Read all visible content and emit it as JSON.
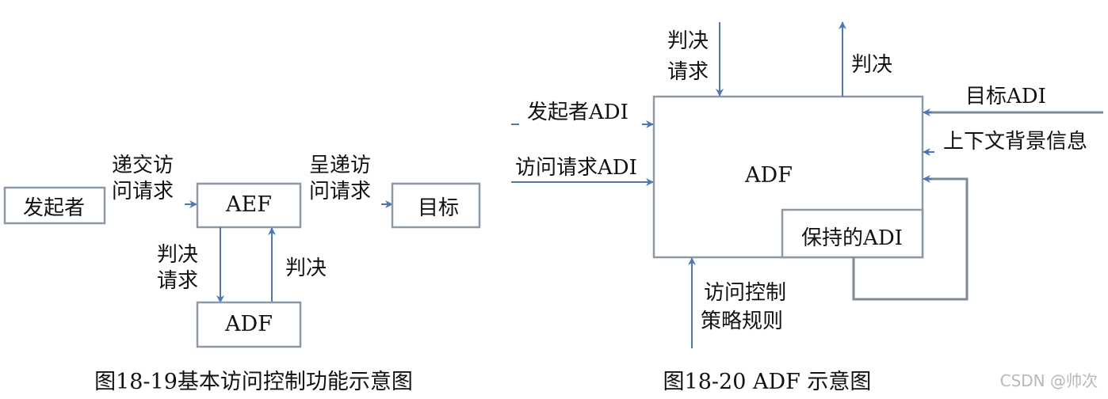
{
  "left_diagram": {
    "initiator": "发起者",
    "submit_label": [
      "递交访",
      "问请求"
    ],
    "aef": "AEF",
    "present_label": [
      "呈递访",
      "问请求"
    ],
    "target": "目标",
    "decision_request_label": [
      "判决",
      "请求"
    ],
    "decision_label": "判决",
    "adf": "ADF",
    "caption": "图18-19基本访问控制功能示意图"
  },
  "right_diagram": {
    "adf": "ADF",
    "retained_adi": "保持的ADI",
    "decision_request_label": [
      "判决",
      "请求"
    ],
    "decision_label": "判决",
    "initiator_adi": "发起者ADI",
    "request_adi": "访问请求ADI",
    "target_adi": "目标ADI",
    "context_info": "上下文背景信息",
    "policy_label": [
      "访问控制",
      "策略规则"
    ],
    "caption": "图18-20 ADF 示意图"
  },
  "watermark": "CSDN @帅次",
  "colors": {
    "arrow": "#4d78b0",
    "box_border": "#8d9aa6"
  }
}
